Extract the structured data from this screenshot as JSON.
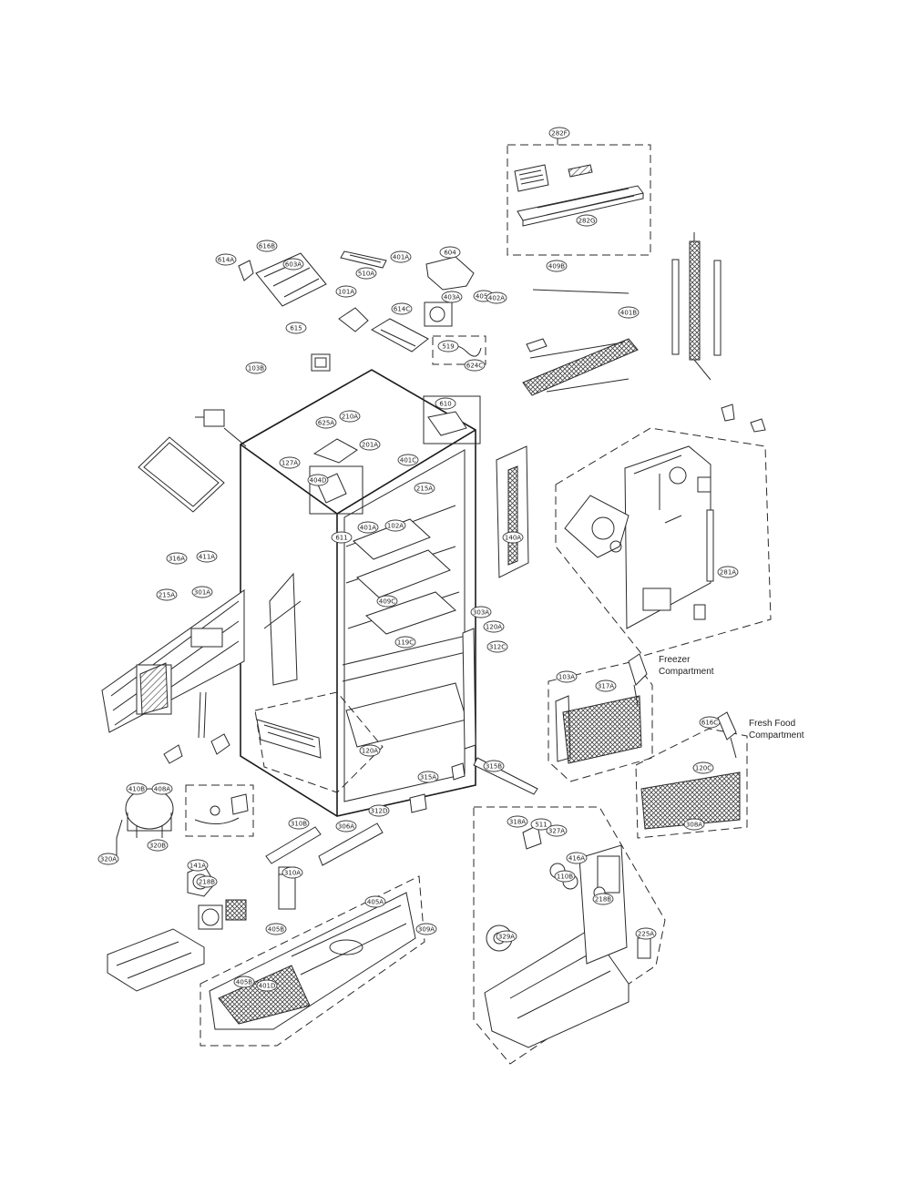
{
  "compartment_labels": {
    "freezer_line1": "Freezer",
    "freezer_line2": "Compartment",
    "fresh_line1": "Fresh Food",
    "fresh_line2": "Compartment"
  },
  "callouts": [
    "614A",
    "616B",
    "401A",
    "603A",
    "510A",
    "604",
    "405A",
    "409B",
    "401B",
    "282G",
    "282F",
    "103B",
    "615",
    "403A",
    "402A",
    "519",
    "101A",
    "614C",
    "624C",
    "610",
    "625A",
    "210A",
    "201A",
    "127A",
    "401C",
    "215A",
    "401A",
    "611",
    "102A",
    "409C",
    "140A",
    "411A",
    "316A",
    "215A",
    "301A",
    "404D",
    "303A",
    "120A",
    "312C",
    "119C",
    "120A",
    "315A",
    "318A",
    "315B",
    "312D",
    "310B",
    "306A",
    "310A",
    "405B",
    "405A",
    "309A",
    "405B",
    "401D",
    "320A",
    "320B",
    "408A",
    "410B",
    "141A",
    "218B",
    "511",
    "327A",
    "416A",
    "110B",
    "329A",
    "218B",
    "225A",
    "103A",
    "317A",
    "616C",
    "120C",
    "308A",
    "281A"
  ]
}
